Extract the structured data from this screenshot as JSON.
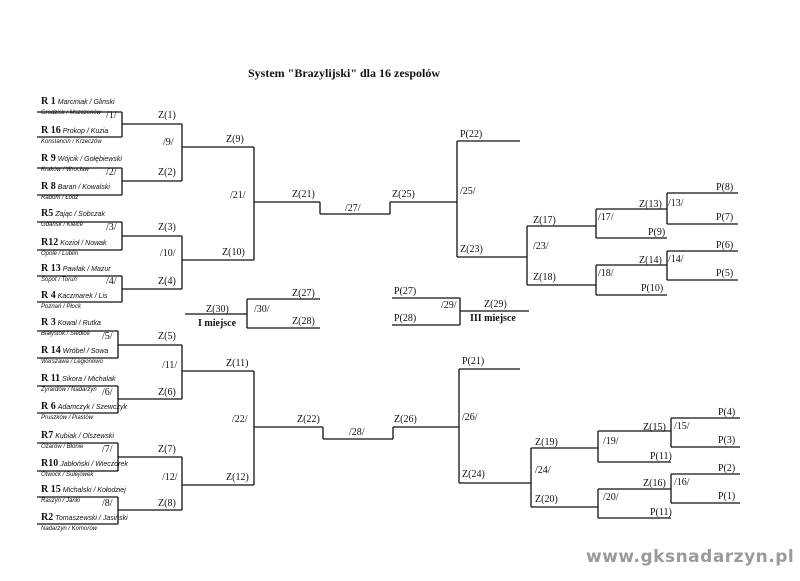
{
  "title": "System \"Brazylijski\" dla 16 zespolów",
  "watermark": "www.gksnadarzyn.pl",
  "seeds": [
    {
      "code": "R 1",
      "names": "Marciniak / Glinski",
      "sub": "Grodzisk / Mszczonów"
    },
    {
      "code": "R 16",
      "names": "Prokop / Kuzia",
      "sub": "Konstancin / Krzeczów"
    },
    {
      "code": "R 9",
      "names": "Wójcik / Gołębiewski",
      "sub": "Kraków / Wrocław"
    },
    {
      "code": "R 8",
      "names": "Baran / Kowalski",
      "sub": "Radom / Łódź"
    },
    {
      "code": "R5",
      "names": "Zając / Sobczak",
      "sub": "Gdańsk / Kielce"
    },
    {
      "code": "R12",
      "names": "Kozioł / Nowak",
      "sub": "Opole / Lublin"
    },
    {
      "code": "R 13",
      "names": "Pawlak / Mazur",
      "sub": "Sopot / Toruń"
    },
    {
      "code": "R 4",
      "names": "Kaczmarek / Lis",
      "sub": "Poznań / Płock"
    },
    {
      "code": "R 3",
      "names": "Kowal / Rutka",
      "sub": "Białystok / Siedlce"
    },
    {
      "code": "R 14",
      "names": "Wróbel / Sowa",
      "sub": "Warszawa / Legionowo"
    },
    {
      "code": "R 11",
      "names": "Sikora / Michalak",
      "sub": "Żyrardów / Nadarzyn"
    },
    {
      "code": "R 6",
      "names": "Adamczyk / Szewczyk",
      "sub": "Pruszków / Piastów"
    },
    {
      "code": "R7",
      "names": "Kubiak / Olszewski",
      "sub": "Ożarów / Błonie"
    },
    {
      "code": "R10",
      "names": "Jabłoński / Wieczorek",
      "sub": "Otwock / Sulejówek"
    },
    {
      "code": "R 15",
      "names": "Michalski / Kołodziej",
      "sub": "Raszyn / Janki"
    },
    {
      "code": "R2",
      "names": "Tomaszewski / Jasiński",
      "sub": "Nadarzyn / Komorów"
    }
  ],
  "labels": {
    "m1": "/1/",
    "m2": "/2/",
    "m3": "/3/",
    "m4": "/4/",
    "m5": "/5/",
    "m6": "/6/",
    "m7": "/7/",
    "m8": "/8/",
    "m9": "/9/",
    "m10": "/10/",
    "m11": "/11/",
    "m12": "/12/",
    "m13": "/13/",
    "m14": "/14/",
    "m15": "/15/",
    "m16": "/16/",
    "m17": "/17/",
    "m18": "/18/",
    "m19": "/19/",
    "m20": "/20/",
    "m21": "/21/",
    "m22": "/22/",
    "m23": "/23/",
    "m24": "/24/",
    "m25": "/25/",
    "m26": "/26/",
    "m27": "/27/",
    "m28": "/28/",
    "m29": "/29/",
    "m30": "/30/",
    "z1": "Z(1)",
    "z2": "Z(2)",
    "z3": "Z(3)",
    "z4": "Z(4)",
    "z5": "Z(5)",
    "z6": "Z(6)",
    "z7": "Z(7)",
    "z8": "Z(8)",
    "z9": "Z(9)",
    "z10": "Z(10)",
    "z11": "Z(11)",
    "z12": "Z(12)",
    "z21": "Z(21)",
    "z22": "Z(22)",
    "z25": "Z(25)",
    "z26": "Z(26)",
    "z17": "Z(17)",
    "z18": "Z(18)",
    "z19": "Z(19)",
    "z20": "Z(20)",
    "z13": "Z(13)",
    "z14": "Z(14)",
    "z15": "Z(15)",
    "z16": "Z(16)",
    "z23": "Z(23)",
    "z24": "Z(24)",
    "z27": "Z(27)",
    "z28": "Z(28)",
    "z29": "Z(29)",
    "z30": "Z(30)",
    "p22": "P(22)",
    "p21": "P(21)",
    "p9": "P(9)",
    "p10": "P(10)",
    "p11a": "P(11)",
    "p11b": "P(11)",
    "p8": "P(8)",
    "p7": "P(7)",
    "p6": "P(6)",
    "p5": "P(5)",
    "p4": "P(4)",
    "p3": "P(3)",
    "p2": "P(2)",
    "p1": "P(1)",
    "p27": "P(27)",
    "p28": "P(28)"
  },
  "places": {
    "first": "I miejsce",
    "third": "III miejsce"
  }
}
